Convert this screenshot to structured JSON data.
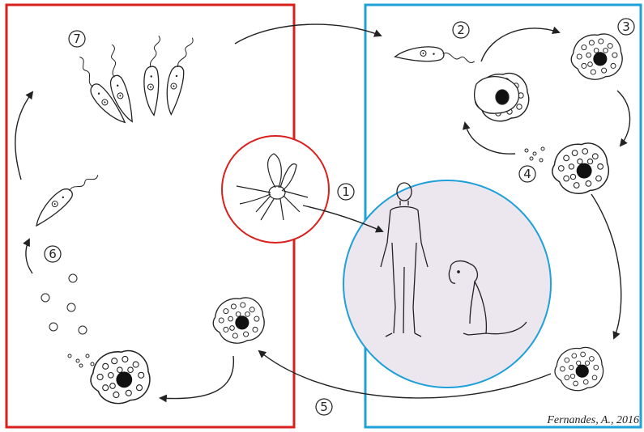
{
  "steps": [
    {
      "number": "1"
    },
    {
      "number": "2"
    },
    {
      "number": "3"
    },
    {
      "number": "4"
    },
    {
      "number": "5"
    },
    {
      "number": "6"
    },
    {
      "number": "7"
    }
  ],
  "credit": "Fernandes, A., 2016",
  "colors": {
    "vector_stage": "#d9201c",
    "host_stage": "#1ea0d8",
    "host_fill": "#ece6ee",
    "vector_fill": "#ffffff",
    "ink": "#222222"
  },
  "icons": [
    "sandfly-icon",
    "human-icon",
    "dog-icon",
    "macrophage-icon",
    "promastigote-icon",
    "amastigote-icon"
  ]
}
